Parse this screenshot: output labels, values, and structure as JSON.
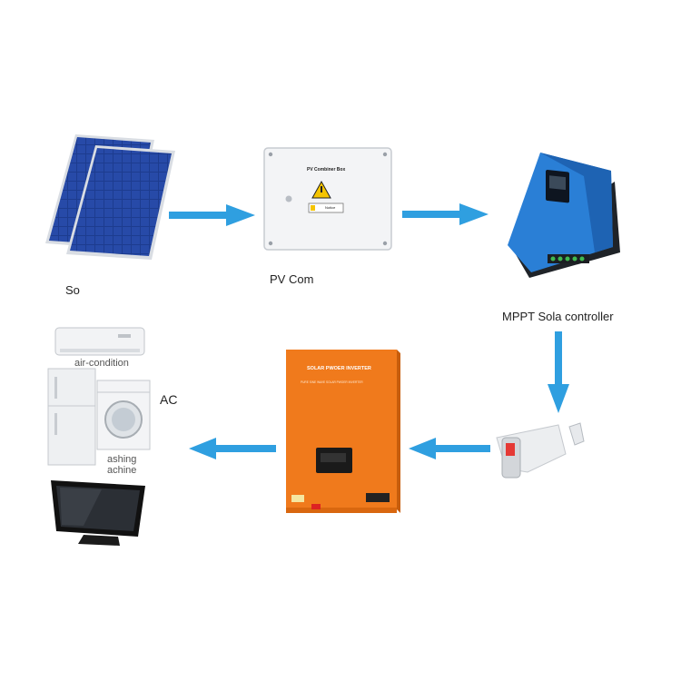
{
  "components": {
    "solar_panels": {
      "label": "So"
    },
    "combiner_box": {
      "label": "PV Com",
      "plate_title": "PV Combiner Box",
      "notice": "Notice"
    },
    "mppt_controller": {
      "label": "MPPT Sola  controller"
    },
    "breaker": {
      "label": ""
    },
    "inverter": {
      "plate_title": "SOLAR PWOER INVERTER",
      "plate_subtitle": "PURE SINE WAVE SOLAR PWOER INVERTER"
    },
    "loads": {
      "ac_label": "AC",
      "air_conditioner": "air-condition",
      "washing_machine_line1": "ashing",
      "washing_machine_line2": "achine"
    }
  },
  "colors": {
    "arrow": "#2f9fe0",
    "controller": "#2a7fd6",
    "inverter": "#f07a1c",
    "panel": "#1e3a8a"
  }
}
